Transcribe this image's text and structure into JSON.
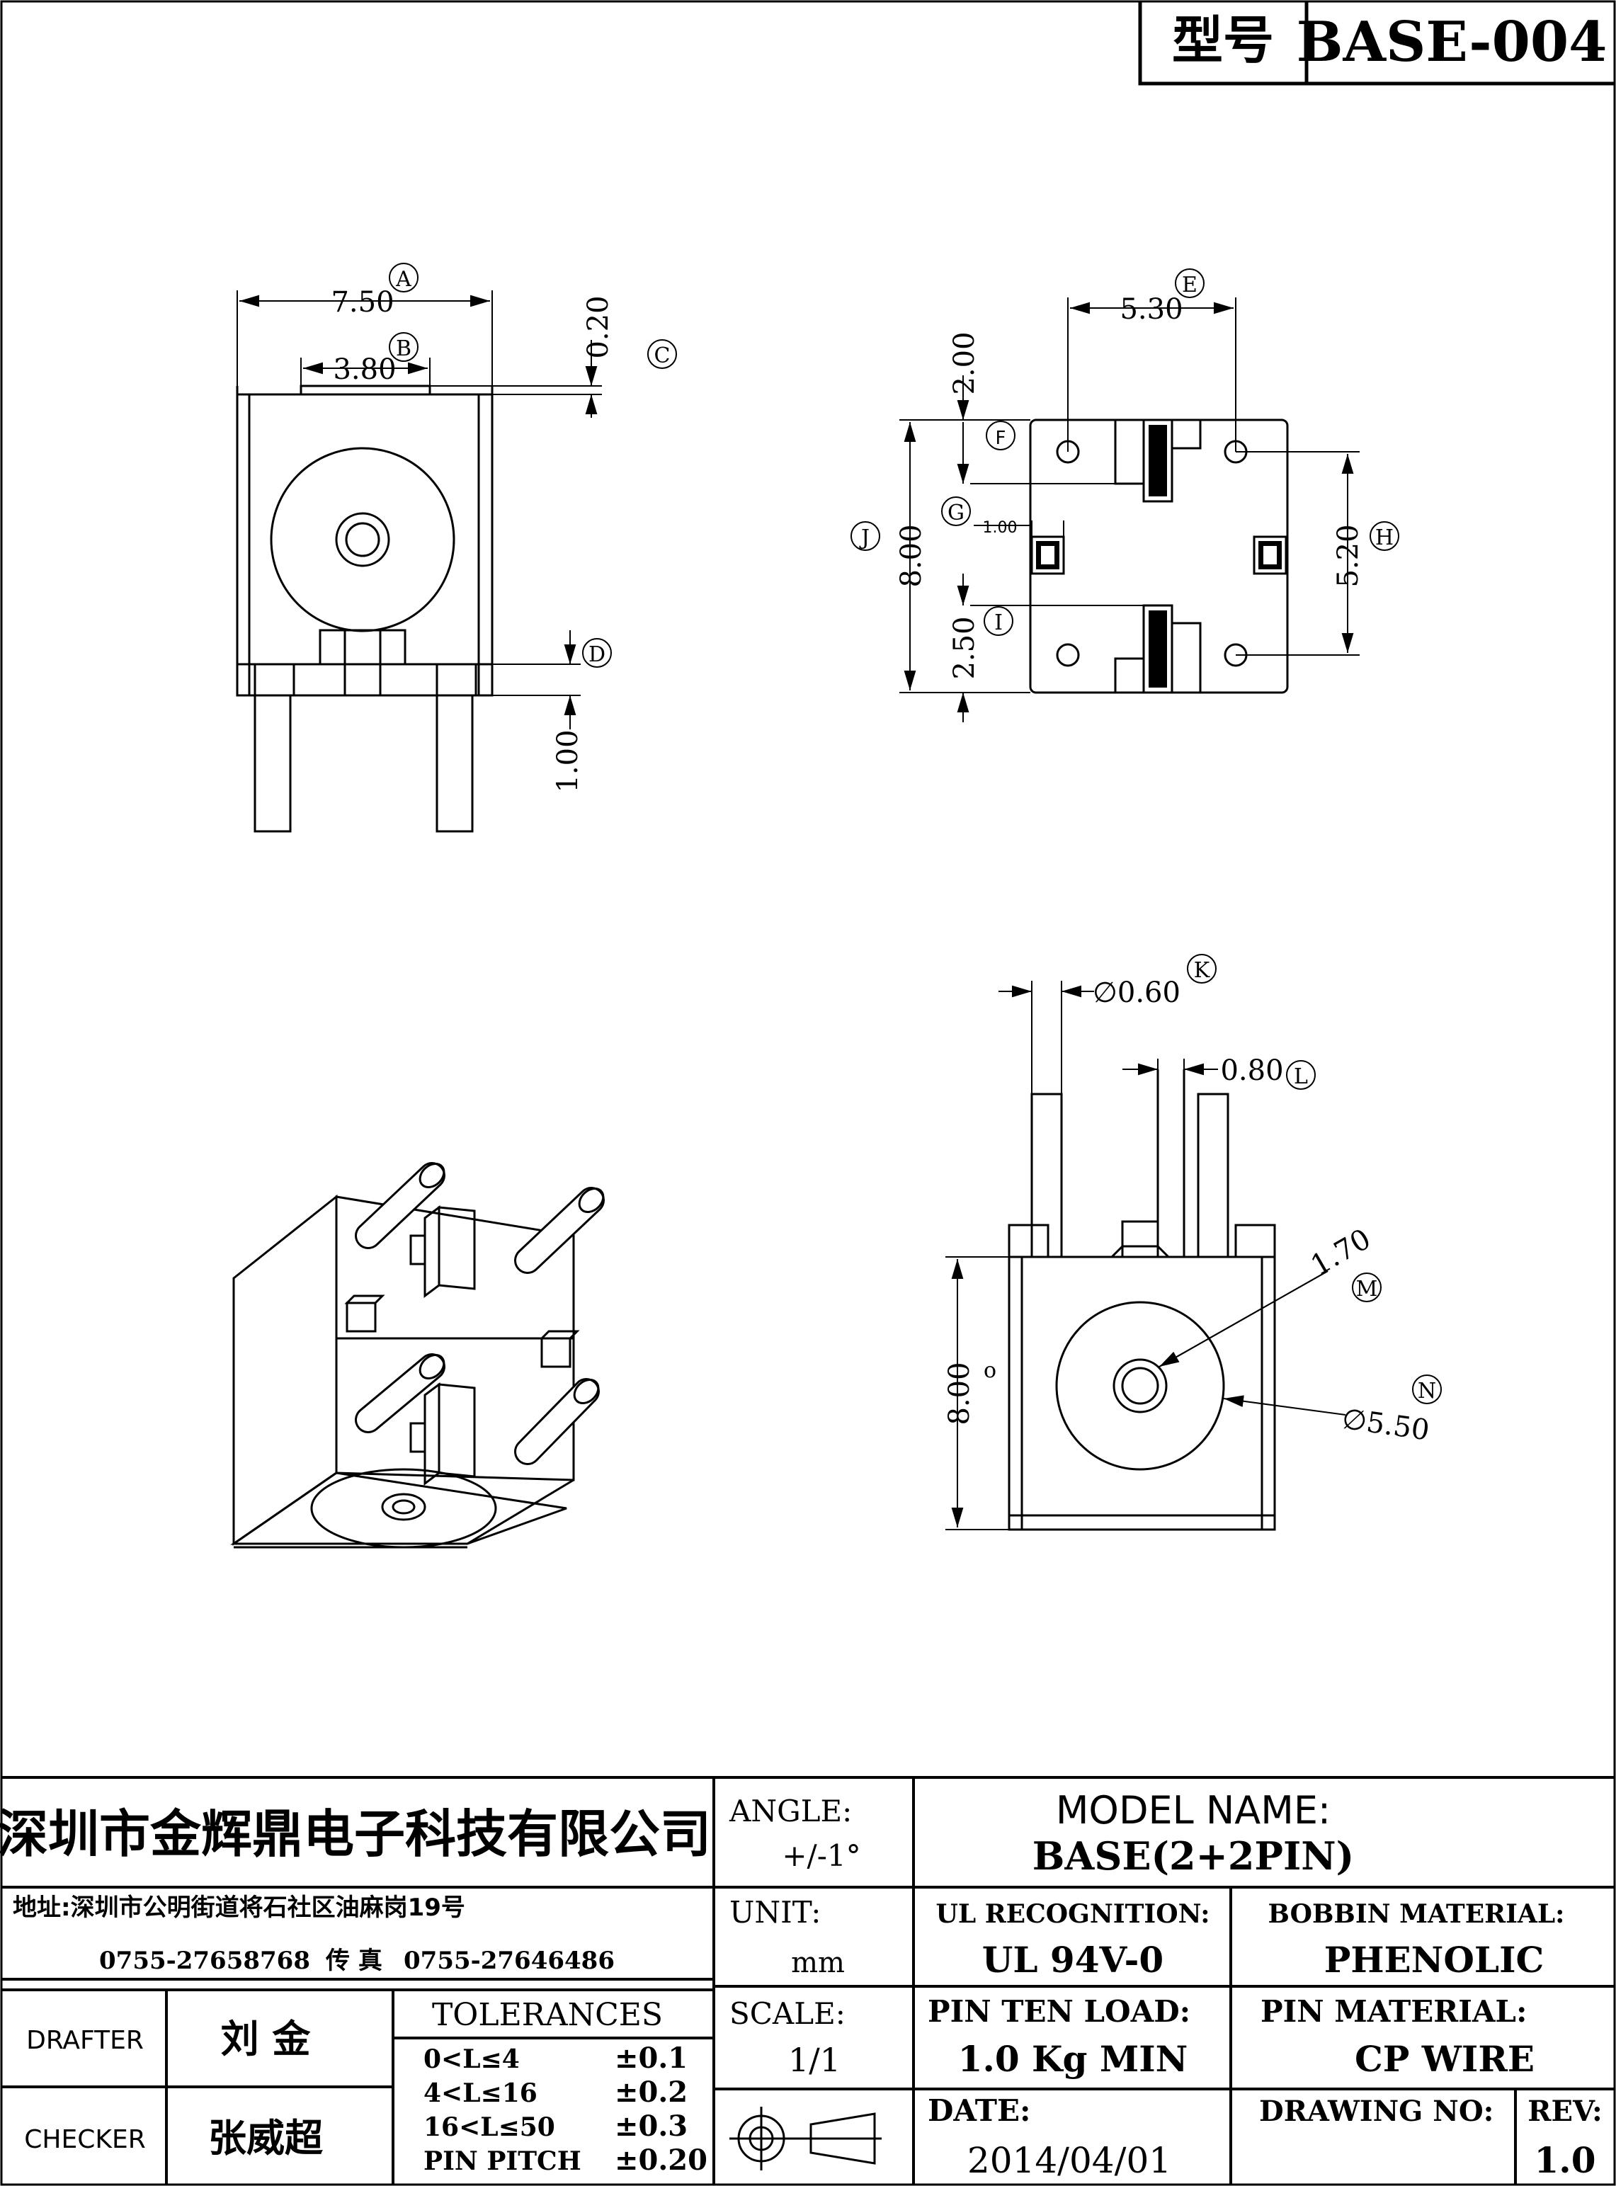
{
  "header": {
    "model_label": "型号",
    "model_value": "BASE-004"
  },
  "dimensions": {
    "A_value": "7.50",
    "A_letter": "A",
    "B_value": "3.80",
    "B_letter": "B",
    "C_value": "0.20",
    "C_letter": "C",
    "D_value": "1.00",
    "D_letter": "D",
    "E_value": "5.30",
    "E_letter": "E",
    "F_value": "2.00",
    "F_letter": "F",
    "G_value": "1.00",
    "G_letter": "G",
    "H_value": "5.20",
    "H_letter": "H",
    "I_value": "2.50",
    "I_letter": "I",
    "J_value": "8.00",
    "J_letter": "J",
    "K_value": "∅0.60",
    "K_letter": "K",
    "L_value": "0.80",
    "L_letter": "L",
    "M_value": "1.70",
    "M_letter": "M",
    "N_value": "∅5.50",
    "N_letter": "N",
    "O_value": "8.00",
    "O_letter": "o"
  },
  "title_block": {
    "company": "深圳市金辉鼎电子科技有限公司",
    "address": "地址:深圳市公明街道将石社区油麻岗19号",
    "phone": "0755-27658768",
    "fax_label": "传 真",
    "fax": "0755-27646486",
    "angle_label": "ANGLE:",
    "angle_value": "+/-1°",
    "unit_label": "UNIT:",
    "unit_value": "mm",
    "scale_label": "SCALE:",
    "scale_value": "1/1",
    "model_name_label": "MODEL NAME:",
    "model_name_value": "BASE(2+2PIN)",
    "ul_label": "UL RECOGNITION:",
    "ul_value": "UL 94V-0",
    "bobbin_label": "BOBBIN MATERIAL:",
    "bobbin_value": "PHENOLIC",
    "pin_load_label": "PIN TEN LOAD:",
    "pin_load_value": "1.0 Kg MIN",
    "pin_material_label": "PIN MATERIAL:",
    "pin_material_value": "CP WIRE",
    "date_label": "DATE:",
    "date_value": "2014/04/01",
    "drawing_no_label": "DRAWING NO:",
    "rev_label": "REV:",
    "rev_value": "1.0",
    "drafter_label": "DRAFTER",
    "drafter_value": "刘 金",
    "checker_label": "CHECKER",
    "checker_value": "张威超",
    "tolerances_label": "TOLERANCES",
    "tolerances": [
      {
        "range": "0<L≤4",
        "value": "±0.1"
      },
      {
        "range": "4<L≤16",
        "value": "±0.2"
      },
      {
        "range": "16<L≤50",
        "value": "±0.3"
      },
      {
        "range": "PIN PITCH",
        "value": "±0.20"
      }
    ]
  }
}
